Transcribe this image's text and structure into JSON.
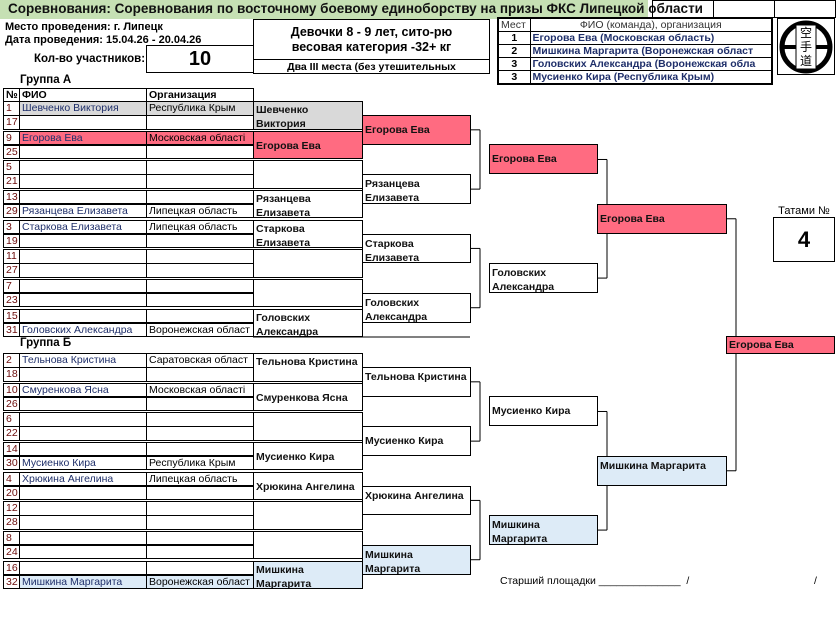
{
  "header": {
    "title": "Соревнования: Соревнования по восточному боевому единоборству на призы ФКС Липецкой области",
    "venue": "Место проведения: г. Липецк",
    "dates": "Дата проведения: 15.04.26 - 20.04.26",
    "count_label": "Кол-во участников:",
    "count": "10",
    "category_line1": "Девочки  8 - 9 лет, сито-рю",
    "category_line2": "весовая категория -32+ кг",
    "third_place_note": "Два III места (без утешительных"
  },
  "places": {
    "col_place": "Мест",
    "col_name": "ФИО (команда), организация",
    "rows": [
      {
        "place": "1",
        "name": "Егорова Ева  (Московская область)"
      },
      {
        "place": "2",
        "name": "Мишкина Маргарита  (Воронежская област"
      },
      {
        "place": "3",
        "name": "Головских Александра  (Воронежская обла"
      },
      {
        "place": "3",
        "name": "Мусиенко Кира  (Республика Крым)"
      }
    ]
  },
  "logo": {
    "chars": [
      "空",
      "手",
      "道"
    ]
  },
  "tatami": {
    "label": "Татами №",
    "value": "4"
  },
  "colors": {
    "first": "#ff6b81",
    "second": "#ddebf7",
    "bye": "#d9d9d9",
    "title_bg": "#c6e0b4"
  },
  "table_headers": {
    "num": "№",
    "name": "ФИО",
    "org": "Организация"
  },
  "groups": [
    {
      "title": "Группа А",
      "pairs": [
        {
          "a": {
            "num": "1",
            "name": "Шевченко Виктория",
            "org": "Республика Крым"
          },
          "b": {
            "num": "17",
            "name": "",
            "org": ""
          },
          "winner": "Шевченко Виктория",
          "color": "gray"
        },
        {
          "a": {
            "num": "9",
            "name": "Егорова Ева",
            "org": "Московская області"
          },
          "b": {
            "num": "25",
            "name": "",
            "org": ""
          },
          "winner": "Егорова Ева",
          "color": "pink"
        },
        {
          "a": {
            "num": "5",
            "name": "",
            "org": ""
          },
          "b": {
            "num": "21",
            "name": "",
            "org": ""
          },
          "winner": "",
          "color": ""
        },
        {
          "a": {
            "num": "13",
            "name": "",
            "org": ""
          },
          "b": {
            "num": "29",
            "name": "Рязанцева Елизавета",
            "org": "Липецкая область"
          },
          "winner": "Рязанцева Елизавета",
          "color": ""
        },
        {
          "a": {
            "num": "3",
            "name": "Старкова Елизавета",
            "org": "Липецкая область"
          },
          "b": {
            "num": "19",
            "name": "",
            "org": ""
          },
          "winner": "Старкова Елизавета",
          "color": ""
        },
        {
          "a": {
            "num": "11",
            "name": "",
            "org": ""
          },
          "b": {
            "num": "27",
            "name": "",
            "org": ""
          },
          "winner": "",
          "color": ""
        },
        {
          "a": {
            "num": "7",
            "name": "",
            "org": ""
          },
          "b": {
            "num": "23",
            "name": "",
            "org": ""
          },
          "winner": "",
          "color": ""
        },
        {
          "a": {
            "num": "15",
            "name": "",
            "org": ""
          },
          "b": {
            "num": "31",
            "name": "Головских Александра",
            "org": "Воронежская област"
          },
          "winner": "Головских Александра",
          "color": ""
        }
      ],
      "round2": [
        {
          "name": "Егорова Ева",
          "color": "pink"
        },
        {
          "name": "Рязанцева Елизавета",
          "color": ""
        },
        {
          "name": "Старкова Елизавета",
          "color": ""
        },
        {
          "name": "Головских Александра",
          "color": ""
        }
      ],
      "round3": [
        {
          "name": "Егорова Ева",
          "color": "pink"
        },
        {
          "name": "Головских Александра",
          "color": ""
        }
      ],
      "round4": {
        "name": "Егорова Ева",
        "color": "pink"
      }
    },
    {
      "title": "Группа Б",
      "pairs": [
        {
          "a": {
            "num": "2",
            "name": "Тельнова Кристина",
            "org": "Саратовская област"
          },
          "b": {
            "num": "18",
            "name": "",
            "org": ""
          },
          "winner": "Тельнова Кристина",
          "color": ""
        },
        {
          "a": {
            "num": "10",
            "name": "Смуренкова Ясна",
            "org": "Московская області"
          },
          "b": {
            "num": "26",
            "name": "",
            "org": ""
          },
          "winner": "Смуренкова Ясна",
          "color": ""
        },
        {
          "a": {
            "num": "6",
            "name": "",
            "org": ""
          },
          "b": {
            "num": "22",
            "name": "",
            "org": ""
          },
          "winner": "",
          "color": ""
        },
        {
          "a": {
            "num": "14",
            "name": "",
            "org": ""
          },
          "b": {
            "num": "30",
            "name": "Мусиенко Кира",
            "org": "Республика Крым"
          },
          "winner": "Мусиенко Кира",
          "color": ""
        },
        {
          "a": {
            "num": "4",
            "name": "Хрюкина Ангелина",
            "org": "Липецкая область"
          },
          "b": {
            "num": "20",
            "name": "",
            "org": ""
          },
          "winner": "Хрюкина Ангелина",
          "color": ""
        },
        {
          "a": {
            "num": "12",
            "name": "",
            "org": ""
          },
          "b": {
            "num": "28",
            "name": "",
            "org": ""
          },
          "winner": "",
          "color": ""
        },
        {
          "a": {
            "num": "8",
            "name": "",
            "org": ""
          },
          "b": {
            "num": "24",
            "name": "",
            "org": ""
          },
          "winner": "",
          "color": ""
        },
        {
          "a": {
            "num": "16",
            "name": "",
            "org": ""
          },
          "b": {
            "num": "32",
            "name": "Мишкина Маргарита",
            "org": "Воронежская област"
          },
          "winner": "Мишкина Маргарита",
          "color": "blue"
        }
      ],
      "round2": [
        {
          "name": "Тельнова Кристина",
          "color": ""
        },
        {
          "name": "Мусиенко Кира",
          "color": ""
        },
        {
          "name": "Хрюкина Ангелина",
          "color": ""
        },
        {
          "name": "Мишкина Маргарита",
          "color": "blue"
        }
      ],
      "round3": [
        {
          "name": "Мусиенко Кира",
          "color": ""
        },
        {
          "name": "Мишкина Маргарита",
          "color": "blue"
        }
      ],
      "round4": {
        "name": "Мишкина Маргарита",
        "color": "blue"
      }
    }
  ],
  "final": {
    "name": "Егорова Ева",
    "color": "pink"
  },
  "footer": {
    "referee_label": "Старший площадки ______________  /",
    "end_slash": "/"
  }
}
